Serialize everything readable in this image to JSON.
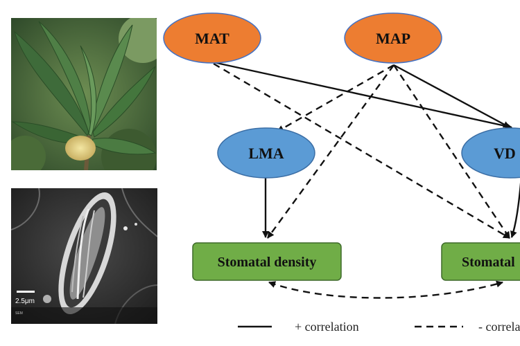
{
  "nodes": {
    "mat": {
      "label": "MAT",
      "color": "#ED7D31"
    },
    "map": {
      "label": "MAP",
      "color": "#ED7D31"
    },
    "lma": {
      "label": "LMA",
      "color": "#5B9BD5"
    },
    "vd": {
      "label": "VD",
      "color": "#5B9BD5"
    },
    "stomatal_density": {
      "label": "Stomatal density",
      "color": "#70AD47"
    },
    "stomatal_right": {
      "label": "Stomatal",
      "color": "#70AD47"
    }
  },
  "legend": {
    "positive": "+ correlation",
    "negative": "- correlation"
  },
  "sem_image": {
    "scale_label": "2.5μm"
  }
}
